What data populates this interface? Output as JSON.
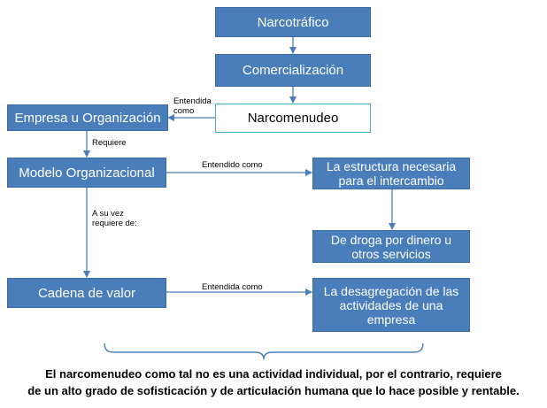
{
  "boxes": {
    "narcotrafico": "Narcotráfico",
    "comercializacion": "Comercialización",
    "narcomenudeo": "Narcomenudeo",
    "empresa": "Empresa u Organización",
    "modelo": "Modelo Organizacional",
    "estructura_l1": "La estructura necesaria",
    "estructura_l2": "para el intercambio",
    "droga_l1": "De droga por dinero u",
    "droga_l2": "otros servicios",
    "cadena": "Cadena de valor",
    "desagregacion_l1": "La desagregación de las",
    "desagregacion_l2": "actividades de una",
    "desagregacion_l3": "empresa"
  },
  "labels": {
    "entendida_como_l1": "Entendida",
    "entendida_como_l2": "como",
    "requiere": "Requiere",
    "entendido_como": "Entendido como",
    "a_su_vez_l1": "A su vez",
    "a_su_vez_l2": "requiere de:",
    "entendida_como_2": "Entendida como"
  },
  "caption": {
    "line1": "El narcomenudeo como tal no es  una actividad individual, por el contrario, requiere",
    "line2": "de un alto grado de sofisticación y de articulación humana que lo hace posible y rentable."
  },
  "colors": {
    "box_fill": "#4a7ebb",
    "outline_border": "#4bacc6",
    "connector": "#4a7ebb"
  }
}
